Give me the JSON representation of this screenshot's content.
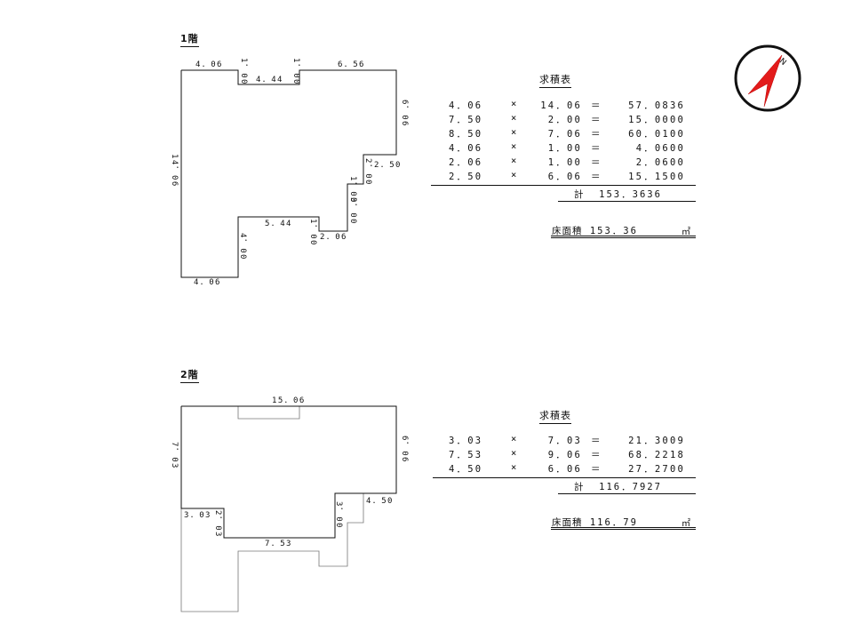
{
  "floor1": {
    "title": "1階",
    "dimensions": {
      "top_left": "4．06",
      "notch_left": "1．00",
      "notch_width": "4．44",
      "notch_right": "1．00",
      "top_right": "6．56",
      "right_side": "6．06",
      "step1_width": "2．50",
      "step1_height": "2．00",
      "step2_height": "1．00",
      "step3_height": "3．00",
      "step4_width": "2．06",
      "step4_height": "1．00",
      "inner_width": "5．44",
      "inner_height": "4．00",
      "left_side": "14．06",
      "bottom": "4．06"
    },
    "calc_title": "求積表",
    "calc_rows": [
      {
        "a": "4．06",
        "op": "×",
        "b": "14．06",
        "eq": "＝",
        "r": "57．0836"
      },
      {
        "a": "7．50",
        "op": "×",
        "b": "2．00",
        "eq": "＝",
        "r": "15．0000"
      },
      {
        "a": "8．50",
        "op": "×",
        "b": "7．06",
        "eq": "＝",
        "r": "60．0100"
      },
      {
        "a": "4．06",
        "op": "×",
        "b": "1．00",
        "eq": "＝",
        "r": "4．0600"
      },
      {
        "a": "2．06",
        "op": "×",
        "b": "1．00",
        "eq": "＝",
        "r": "2．0600"
      },
      {
        "a": "2．50",
        "op": "×",
        "b": "6．06",
        "eq": "＝",
        "r": "15．1500"
      }
    ],
    "total_label": "計",
    "total_value": "153．3636",
    "area_label": "床面積",
    "area_value": "153．36",
    "area_unit": "㎡"
  },
  "floor2": {
    "title": "2階",
    "dimensions": {
      "top": "15．06",
      "left_side": "7．03",
      "right_side": "6．06",
      "step_width_left": "3．03",
      "step_height_left": "2．03",
      "bottom_width": "7．53",
      "step_height_right": "3．00",
      "step_width_right": "4．50"
    },
    "calc_title": "求積表",
    "calc_rows": [
      {
        "a": "3．03",
        "op": "×",
        "b": "7．03",
        "eq": "＝",
        "r": "21．3009"
      },
      {
        "a": "7．53",
        "op": "×",
        "b": "9．06",
        "eq": "＝",
        "r": "68．2218"
      },
      {
        "a": "4．50",
        "op": "×",
        "b": "6．06",
        "eq": "＝",
        "r": "27．2700"
      }
    ],
    "total_label": "計",
    "total_value": "116．7927",
    "area_label": "床面積",
    "area_value": "116．79",
    "area_unit": "㎡"
  },
  "compass": {
    "label": "N",
    "icon": "north-arrow-icon",
    "arrow_color": "#e31b1b"
  }
}
